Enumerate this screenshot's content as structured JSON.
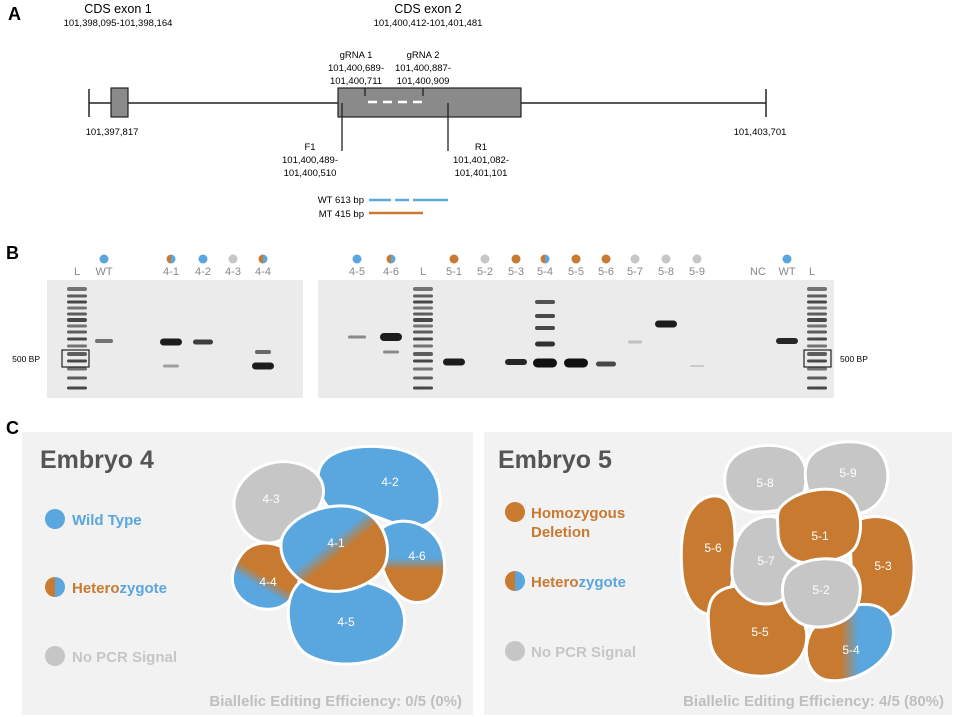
{
  "panelA": {
    "letter": "A",
    "exon1": {
      "title": "CDS exon 1",
      "coords": "101,398,095-101,398,164"
    },
    "exon2": {
      "title": "CDS exon 2",
      "coords": "101,400,412-101,401,481"
    },
    "grna1": {
      "label": "gRNA 1",
      "start": "101,400,689-",
      "end": "101,400,711"
    },
    "grna2": {
      "label": "gRNA 2",
      "start": "101,400,887-",
      "end": "101,400,909"
    },
    "left_end": "101,397,817",
    "right_end": "101,403,701",
    "f1": {
      "label": "F1",
      "start": "101,400,489-",
      "end": "101,400,510"
    },
    "r1": {
      "label": "R1",
      "start": "101,401,082-",
      "end": "101,401,101"
    },
    "wt_label": "WT 613 bp",
    "mt_label": "MT 415 bp",
    "colors": {
      "wt": "#5aaae0",
      "mt": "#cc7a2a",
      "exon": "#8a8a8a"
    }
  },
  "panelB": {
    "letter": "B",
    "size_marker": "500 BP",
    "gel1_lanes": [
      {
        "label": "L",
        "dot": "none"
      },
      {
        "label": "WT",
        "dot": "blue"
      },
      {
        "label": "4-1",
        "dot": "half"
      },
      {
        "label": "4-2",
        "dot": "blue"
      },
      {
        "label": "4-3",
        "dot": "gray"
      },
      {
        "label": "4-4",
        "dot": "half"
      }
    ],
    "gel2_lanes": [
      {
        "label": "4-5",
        "dot": "blue"
      },
      {
        "label": "4-6",
        "dot": "half"
      },
      {
        "label": "L",
        "dot": "none"
      },
      {
        "label": "5-1",
        "dot": "orange"
      },
      {
        "label": "5-2",
        "dot": "gray"
      },
      {
        "label": "5-3",
        "dot": "orange"
      },
      {
        "label": "5-4",
        "dot": "half"
      },
      {
        "label": "5-5",
        "dot": "orange"
      },
      {
        "label": "5-6",
        "dot": "orange"
      },
      {
        "label": "5-7",
        "dot": "gray"
      },
      {
        "label": "5-8",
        "dot": "gray"
      },
      {
        "label": "5-9",
        "dot": "gray"
      },
      {
        "label": "NC",
        "dot": "none"
      },
      {
        "label": "WT",
        "dot": "blue"
      },
      {
        "label": "L",
        "dot": "none"
      }
    ]
  },
  "panelC": {
    "letter": "C",
    "embryo4": {
      "title": "Embryo 4",
      "legend": {
        "wild_type": "Wild Type",
        "het_a": "Hetero",
        "het_b": "zygote",
        "no_pcr": "No PCR Signal"
      },
      "efficiency": "Biallelic Editing Efficiency: 0/5 (0%)",
      "cells": [
        "4-1",
        "4-2",
        "4-3",
        "4-4",
        "4-5",
        "4-6"
      ]
    },
    "embryo5": {
      "title": "Embryo 5",
      "legend": {
        "homo_1": "Homozygous",
        "homo_2": "Deletion",
        "het_a": "Hetero",
        "het_b": "zygote",
        "no_pcr": "No PCR Signal"
      },
      "efficiency": "Biallelic Editing Efficiency: 4/5 (80%)",
      "cells": [
        "5-1",
        "5-2",
        "5-3",
        "5-4",
        "5-5",
        "5-6",
        "5-7",
        "5-8",
        "5-9"
      ]
    },
    "colors": {
      "blue": "#5aa6de",
      "orange": "#c77a30",
      "gray": "#c6c6c6",
      "panel_bg": "#f2f2f2",
      "title": "#555555"
    }
  }
}
